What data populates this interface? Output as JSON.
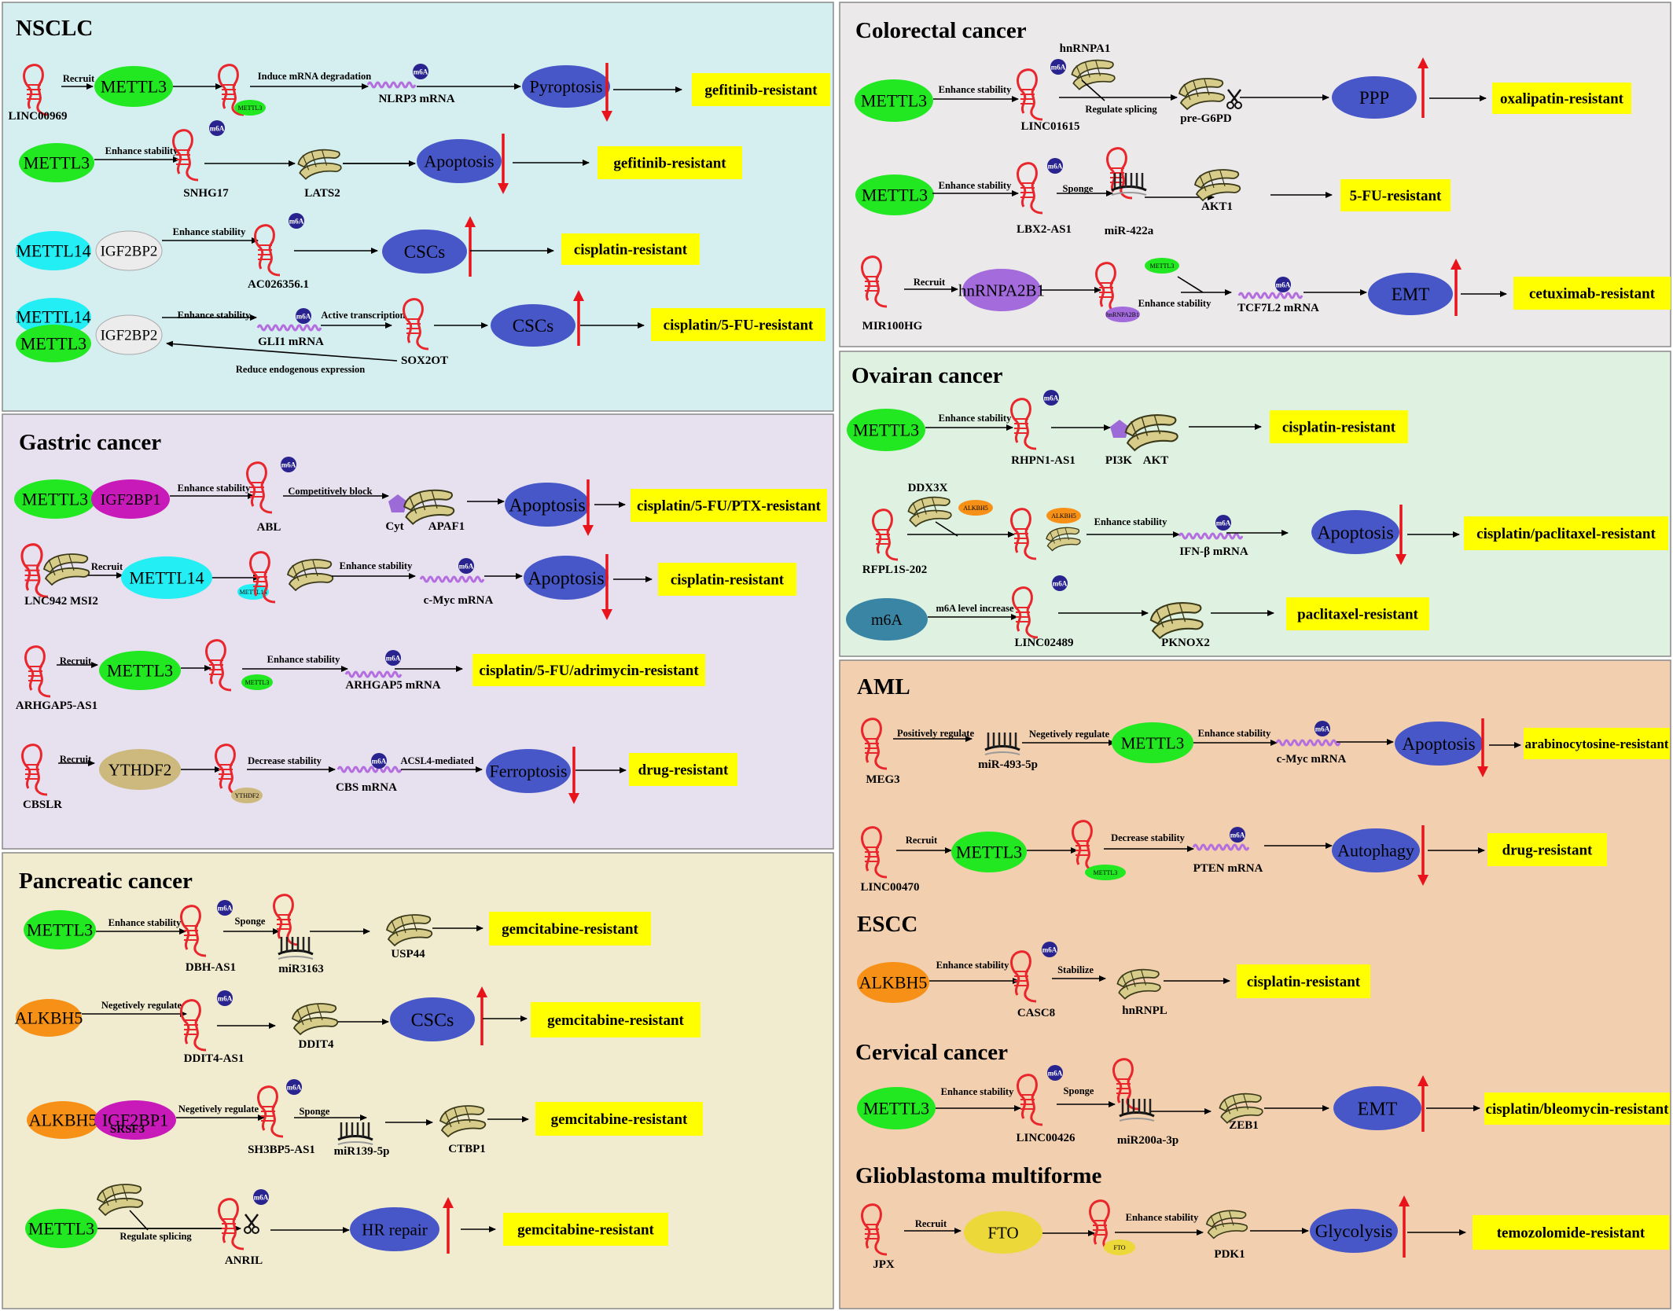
{
  "panels": [
    {
      "title": "NSCLC",
      "bg": "#d5eef0"
    },
    {
      "title": "Gastric cancer",
      "bg": "#e6e0ef"
    },
    {
      "title": "Pancreatic cancer",
      "bg": "#f1ecd0"
    },
    {
      "title": "Colorectal cancer",
      "bg": "#ebe9ea"
    },
    {
      "title": "Ovairan cancer",
      "bg": "#dff2e2"
    },
    {
      "title": "AML",
      "bg": "#f2cfae"
    },
    {
      "title": "ESCC",
      "bg": "#f2cfae"
    },
    {
      "title": "Cervical cancer",
      "bg": "#f2cfae"
    },
    {
      "title": "Glioblastoma multiforme",
      "bg": "#f2cfae"
    }
  ],
  "marker": "m6A",
  "colors": {
    "green": "#22e822",
    "cyan": "#22eef4",
    "orange": "#f79016",
    "magenta": "#c81ab8",
    "purple": "#a36bdc",
    "tan": "#cdb97d",
    "yellow": "#ecd838",
    "teal": "#3b85a4",
    "process": "#4757c8",
    "badge": "#28238f",
    "resist": "#ffff00",
    "rna": "#e8262c",
    "arrowRed": "#e8131b"
  },
  "nodes": [
    {
      "label": "METTL3",
      "kind": "green"
    },
    {
      "label": "Pyroptosis",
      "kind": "process"
    },
    {
      "label": "METTL3",
      "kind": "green"
    },
    {
      "label": "Apoptosis",
      "kind": "process"
    },
    {
      "label": "METTL14",
      "kind": "cyan"
    },
    {
      "label": "IGF2BP2",
      "kind": "white"
    },
    {
      "label": "CSCs",
      "kind": "process"
    },
    {
      "label": "METTL14",
      "kind": "cyan"
    },
    {
      "label": "METTL3",
      "kind": "green"
    },
    {
      "label": "IGF2BP2",
      "kind": "white"
    },
    {
      "label": "CSCs",
      "kind": "process"
    },
    {
      "label": "METTL3",
      "kind": "green"
    },
    {
      "label": "IGF2BP1",
      "kind": "magenta"
    },
    {
      "label": "Apoptosis",
      "kind": "process"
    },
    {
      "label": "METTL14",
      "kind": "cyan"
    },
    {
      "label": "Apoptosis",
      "kind": "process"
    },
    {
      "label": "METTL3",
      "kind": "green"
    },
    {
      "label": "YTHDF2",
      "kind": "tan"
    },
    {
      "label": "Ferroptosis",
      "kind": "process"
    },
    {
      "label": "METTL3",
      "kind": "green"
    },
    {
      "label": "ALKBH5",
      "kind": "orange"
    },
    {
      "label": "CSCs",
      "kind": "process"
    },
    {
      "label": "ALKBH5",
      "kind": "orange"
    },
    {
      "label": "IGF2BP1",
      "kind": "magenta"
    },
    {
      "label": "METTL3",
      "kind": "green"
    },
    {
      "label": "HR repair",
      "kind": "process"
    },
    {
      "label": "METTL3",
      "kind": "green"
    },
    {
      "label": "PPP",
      "kind": "process"
    },
    {
      "label": "METTL3",
      "kind": "green"
    },
    {
      "label": "hnRNPA2B1",
      "kind": "purple"
    },
    {
      "label": "EMT",
      "kind": "process"
    },
    {
      "label": "METTL3",
      "kind": "green"
    },
    {
      "label": "Apoptosis",
      "kind": "process"
    },
    {
      "label": "m6A",
      "kind": "teal"
    },
    {
      "label": "Positively regulate",
      "kind": "none"
    },
    {
      "label": "METTL3",
      "kind": "green"
    },
    {
      "label": "Apoptosis",
      "kind": "process"
    },
    {
      "label": "METTL3",
      "kind": "green"
    },
    {
      "label": "Autophagy",
      "kind": "process"
    },
    {
      "label": "ALKBH5",
      "kind": "orange"
    },
    {
      "label": "METTL3",
      "kind": "green"
    },
    {
      "label": "EMT",
      "kind": "process"
    },
    {
      "label": "FTO",
      "kind": "yellow"
    },
    {
      "label": "Glycolysis",
      "kind": "process"
    }
  ],
  "resistances": [
    "gefitinib-resistant",
    "gefitinib-resistant",
    "cisplatin-resistant",
    "cisplatin/5-FU-resistant",
    "cisplatin/5-FU/PTX-resistant",
    "cisplatin-resistant",
    "cisplatin/5-FU/adrimycin-resistant",
    "drug-resistant",
    "gemcitabine-resistant",
    "gemcitabine-resistant",
    "gemcitabine-resistant",
    "gemcitabine-resistant",
    "oxalipatin-resistant",
    "5-FU-resistant",
    "cetuximab-resistant",
    "cisplatin-resistant",
    "cisplatin/paclitaxel-resistant",
    "paclitaxel-resistant",
    "arabinocytosine-resistant",
    "drug-resistant",
    "cisplatin-resistant",
    "cisplatin/bleomycin-resistant",
    "temozolomide-resistant"
  ],
  "labels": [
    "LINC00969",
    "NLRP3 mRNA",
    "SNHG17",
    "LATS2",
    "AC026356.1",
    "GLI1 mRNA",
    "SOX2OT",
    "ABL",
    "Cyt",
    "APAF1",
    "LNC942 MSI2",
    "c-Myc mRNA",
    "ARHGAP5-AS1",
    "ARHGAP5 mRNA",
    "CBSLR",
    "CBS mRNA",
    "DBH-AS1",
    "miR3163",
    "USP44",
    "DDIT4-AS1",
    "DDIT4",
    "SRSF3",
    "SH3BP5-AS1",
    "miR139-5p",
    "CTBP1",
    "ANRIL",
    "hnRNPA1",
    "LINC01615",
    "pre-G6PD",
    "LBX2-AS1",
    "miR-422a",
    "AKT1",
    "MIR100HG",
    "TCF7L2 mRNA",
    "RHPN1-AS1",
    "PI3K",
    "AKT",
    "DDX3X",
    "RFPL1S-202",
    "IFN-β mRNA",
    "LINC02489",
    "PKNOX2",
    "MEG3",
    "miR-493-5p",
    "c-Myc mRNA",
    "LINC00470",
    "PTEN mRNA",
    "CASC8",
    "hnRNPL",
    "LINC00426",
    "miR200a-3p",
    "ZEB1",
    "JPX",
    "PDK1"
  ],
  "edges": [
    "Recruit",
    "Induce mRNA degradation",
    "Enhance stability",
    "Enhance stability",
    "Enhance stability",
    "Active transcription",
    "Reduce endogenous expression",
    "Enhance stability",
    "Competitively block",
    "Recruit",
    "Enhance stability",
    "Recruit",
    "Enhance stability",
    "Recruit",
    "Decrease stability",
    "ACSL4-mediated",
    "Enhance stability",
    "Sponge",
    "Negetively regulate",
    "Negetively regulate",
    "Sponge",
    "Regulate splicing",
    "Enhance stability",
    "Regulate splicing",
    "Enhance stability",
    "Sponge",
    "Recruit",
    "Enhance stability",
    "Enhance stability",
    "Enhance stability",
    "m6A level increase",
    "Negetively regulate",
    "Enhance stability",
    "Recruit",
    "Decrease stability",
    "Enhance stability",
    "Stabilize",
    "Enhance stability",
    "Sponge",
    "Recruit",
    "Enhance stability"
  ],
  "small": [
    "METTL3",
    "METTL3",
    "METTL14",
    "METTL3",
    "YTHDF2",
    "hnRNPA2B1",
    "METTL3",
    "ALKBH5",
    "ALKBH5",
    "METTL3",
    "FTO"
  ]
}
